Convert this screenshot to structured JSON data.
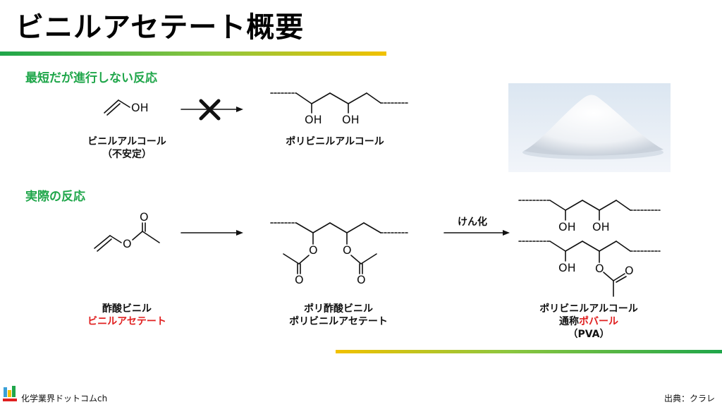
{
  "title": "ビニルアセテート概要",
  "section1": "最短だが進行しない反応",
  "section2": "実際の反応",
  "labels": {
    "vinyl_alcohol_1": "ビニルアルコール",
    "vinyl_alcohol_2": "（不安定）",
    "pva_top": "ポリビニルアルコール",
    "vinyl_acetate_1": "酢酸ビニル",
    "vinyl_acetate_2": "ビニルアセテート",
    "pvac_1": "ポリ酢酸ビニル",
    "pvac_2": "ポリビニルアセテート",
    "pva_1": "ポリビニルアルコール",
    "pva_2_prefix": "通称",
    "pva_2_highlight": "ポバール",
    "pva_3": "（PVA）",
    "saponification": "けん化"
  },
  "atoms": {
    "oh": "OH",
    "o": "O"
  },
  "footer": {
    "site": "化学業界ドットコムch",
    "source": "出典：クラレ"
  },
  "colors": {
    "accent_green": "#1fa64a",
    "highlight_red": "#e02020",
    "bar_yellow": "#f2c100"
  }
}
